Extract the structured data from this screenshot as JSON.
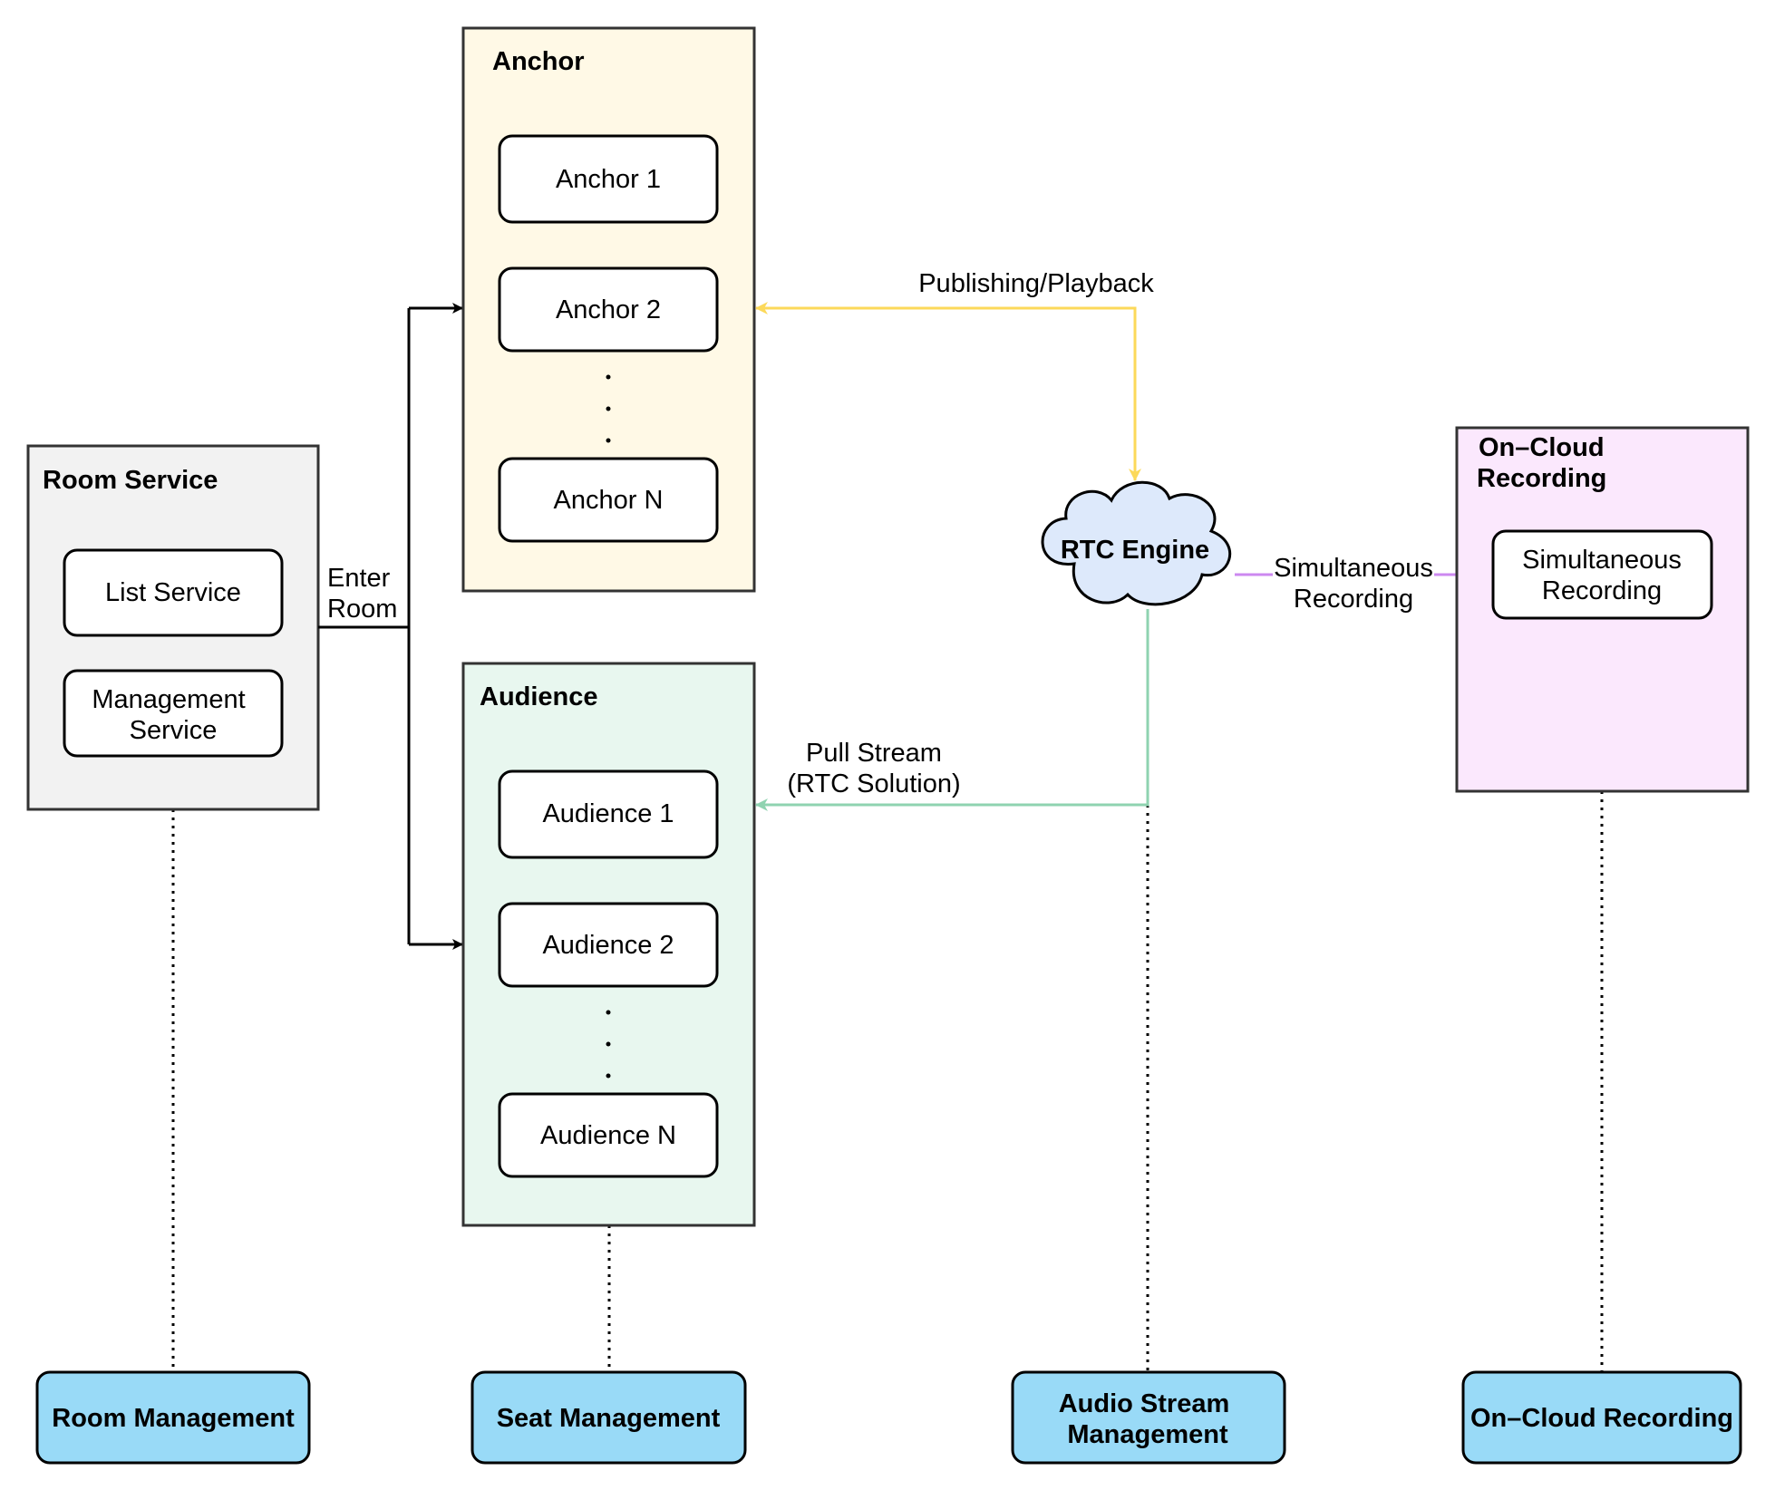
{
  "room_service": {
    "title": "Room Service",
    "items": [
      "List Service",
      "Management Service"
    ]
  },
  "anchor_group": {
    "title": "Anchor",
    "items": [
      "Anchor 1",
      "Anchor 2",
      "Anchor N"
    ]
  },
  "audience_group": {
    "title": "Audience",
    "items": [
      "Audience 1",
      "Audience 2",
      "Audience N"
    ]
  },
  "rtc_engine": {
    "label": "RTC Engine"
  },
  "cloud_recording": {
    "title": "On–Cloud Recording",
    "items": [
      "Simultaneous Recording"
    ]
  },
  "edges": {
    "enter_room": "Enter Room",
    "publishing_playback": "Publishing/Playback",
    "pull_stream": "Pull Stream (RTC Solution)",
    "simultaneous_recording": "Simultaneous Recording"
  },
  "modules": [
    "Room Management",
    "Seat Management",
    "Audio Stream Management",
    "On–Cloud Recording"
  ],
  "colors": {
    "room_service_fill": "#f2f2f2",
    "anchor_fill": "#fff9e6",
    "audience_fill": "#e8f7ef",
    "cloud_recording_fill": "#fbe8fd",
    "rtc_cloud_fill": "#dde9fb",
    "module_fill": "#99daf7",
    "publishing_arrow": "#fcd95a",
    "pull_arrow": "#8fd3b0",
    "recording_arrow": "#cc88f0"
  }
}
